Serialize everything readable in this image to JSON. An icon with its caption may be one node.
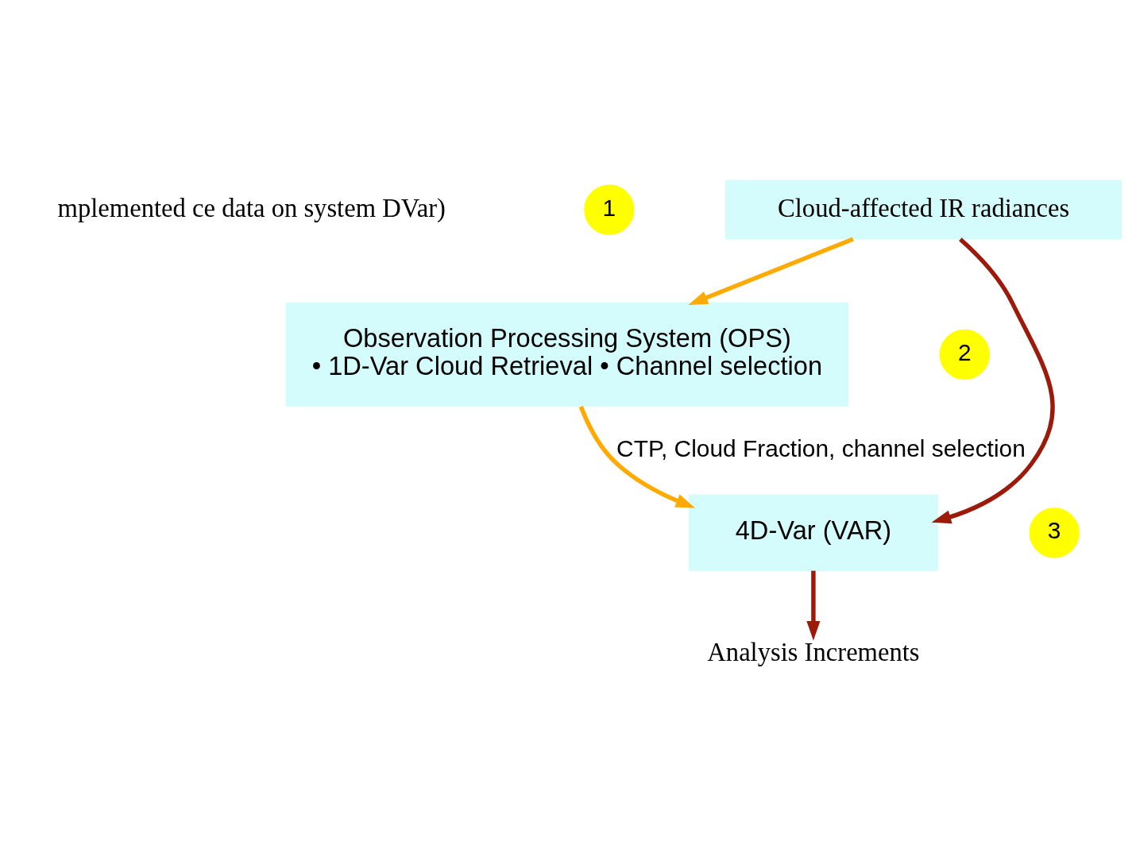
{
  "diagram": {
    "nodes": [
      {
        "text": [
          "1"
        ]
      },
      {
        "text": [
          "Cloud-affected IR radiances"
        ]
      },
      {
        "text": [
          "2"
        ]
      },
      {
        "text": [
          "Observation Processing System (OPS)",
          "• 1D-Var Cloud Retrieval • Channel selection"
        ]
      },
      {
        "text": [
          "4D-Var (VAR)"
        ]
      },
      {
        "text": [
          "3"
        ]
      },
      {
        "text": [
          "Analysis Increments"
        ]
      }
    ],
    "edges": [
      {
        "from": 1,
        "to": 3,
        "arrow": "to",
        "color": "#ffaa00"
      },
      {
        "from": 1,
        "to": 4,
        "arrow": "to",
        "color": "#9b1a0a"
      },
      {
        "from": 3,
        "to": 4,
        "arrow": "to",
        "label": "CTP, Cloud Fraction, channel selection",
        "color": "#ffaa00"
      },
      {
        "from": 4,
        "to": 6,
        "arrow": "to",
        "color": "#9b1a0a"
      }
    ],
    "labels": [
      "mplemented ce data on system DVar)"
    ]
  }
}
